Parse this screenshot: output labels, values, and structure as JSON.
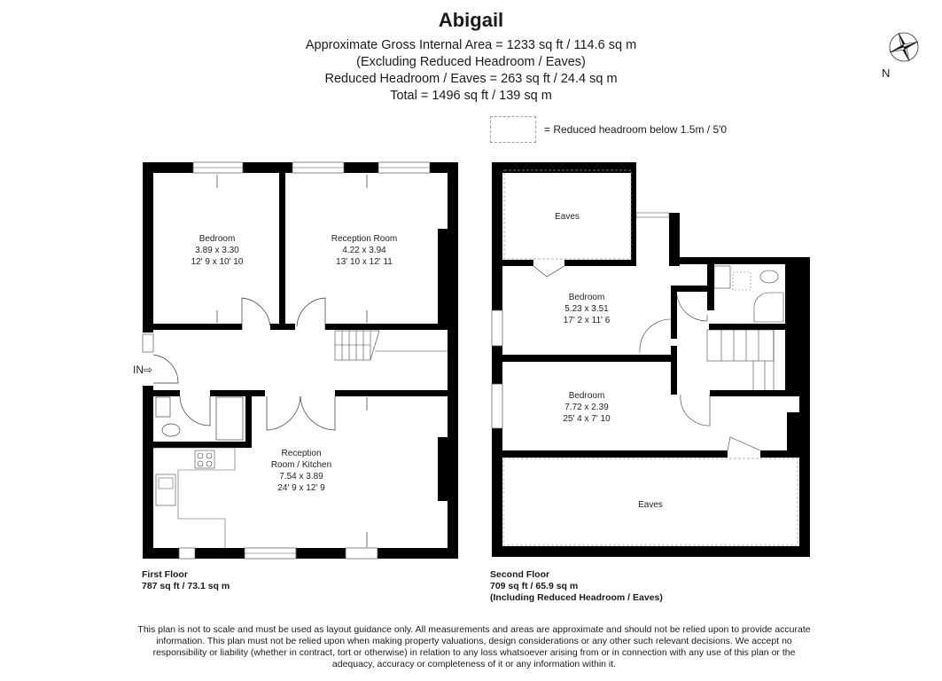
{
  "header": {
    "title": "Abigail",
    "gross_internal_area": "Approximate Gross Internal Area = 1233 sq ft / 114.6 sq m",
    "excluding_note": "(Excluding Reduced Headroom / Eaves)",
    "reduced_headroom": "Reduced Headroom / Eaves = 263 sq ft / 24.4 sq m",
    "total": "Total = 1496 sq ft / 139 sq m"
  },
  "legend": {
    "reduced_headroom_label": "= Reduced headroom below 1.5m / 5'0"
  },
  "compass": {
    "label": "N",
    "icon": "compass-rose-icon"
  },
  "entrance": {
    "label": "IN",
    "icon": "arrow-right-icon"
  },
  "first_floor": {
    "name": "First Floor",
    "area": "787 sq ft / 73.1 sq m",
    "rooms": [
      {
        "name": "Bedroom",
        "metric": "3.89 x 3.30",
        "imperial": "12' 9 x 10' 10"
      },
      {
        "name": "Reception Room",
        "metric": "4.22 x 3.94",
        "imperial": "13' 10 x 12' 11"
      },
      {
        "name": "Reception",
        "name2": "Room / Kitchen",
        "metric": "7.54 x 3.89",
        "imperial": "24' 9 x 12' 9"
      }
    ]
  },
  "second_floor": {
    "name": "Second Floor",
    "area": "709 sq ft / 65.9 sq m",
    "note": "(Including Reduced Headroom / Eaves)",
    "rooms": [
      {
        "name": "Eaves"
      },
      {
        "name": "Bedroom",
        "metric": "5.23 x 3.51",
        "imperial": "17' 2 x 11' 6"
      },
      {
        "name": "Bedroom",
        "metric": "7.72 x 2.39",
        "imperial": "25' 4 x 7' 10"
      },
      {
        "name": "Eaves"
      }
    ]
  },
  "disclaimer": "This plan is not to scale and must be used as layout guidance only. All measurements and areas are approximate and should not be relied upon to provide accurate information. This plan must not be relied upon when making property valuations, design considerations or any other such relevant decisions. We accept no responsibility or liability (whether in contract, tort or otherwise) in relation to any loss whatsoever arising from or in connection with any use of this plan or the adequacy, accuracy or completeness of it or any information within it."
}
